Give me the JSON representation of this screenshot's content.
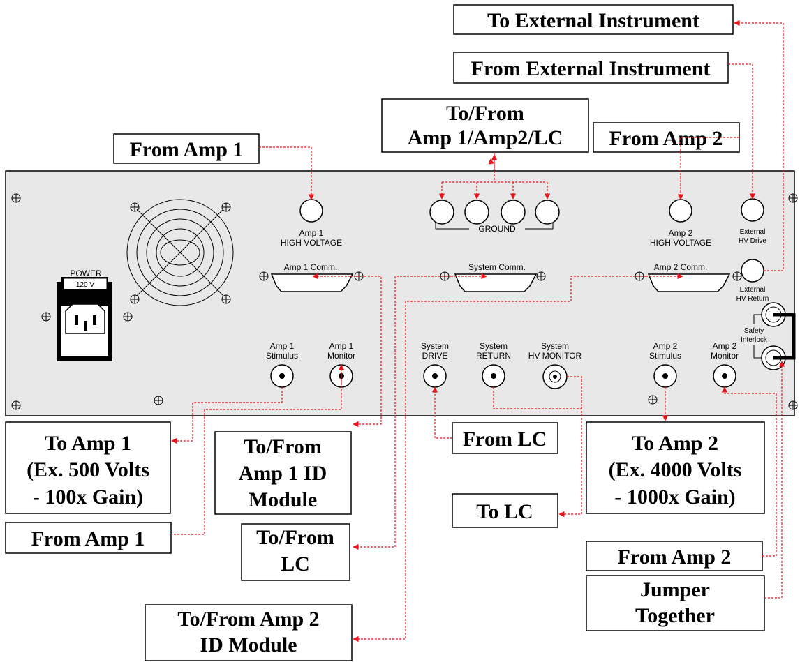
{
  "colors": {
    "wire": "#e8141b",
    "panel": "#e8e8e8",
    "outline": "#000000"
  },
  "panel": {
    "power_label": "POWER",
    "voltage_label": "120 V",
    "amp1_hv": [
      "Amp 1",
      "HIGH VOLTAGE"
    ],
    "amp2_hv": [
      "Amp 2",
      "HIGH VOLTAGE"
    ],
    "ground_label": "GROUND",
    "ext_hv_drive": [
      "External",
      "HV Drive"
    ],
    "ext_hv_return": [
      "External",
      "HV Return"
    ],
    "amp1_comm": "Amp 1 Comm.",
    "system_comm": "System Comm.",
    "amp2_comm": "Amp 2 Comm.",
    "safety_interlock": [
      "Safety",
      "Interlock"
    ],
    "amp1_stimulus": [
      "Amp 1",
      "Stimulus"
    ],
    "amp1_monitor": [
      "Amp 1",
      "Monitor"
    ],
    "system_drive": [
      "System",
      "DRIVE"
    ],
    "system_return": [
      "System",
      "RETURN"
    ],
    "system_hv_monitor": [
      "System",
      "HV MONITOR"
    ],
    "amp2_stimulus": [
      "Amp 2",
      "Stimulus"
    ],
    "amp2_monitor": [
      "Amp 2",
      "Monitor"
    ]
  },
  "callouts": {
    "to_external_instrument": [
      "To External Instrument"
    ],
    "from_external_instrument": [
      "From External Instrument"
    ],
    "to_from_amp_lc": [
      "To/From",
      "Amp 1/Amp2/LC"
    ],
    "from_amp1_top": [
      "From Amp 1"
    ],
    "from_amp2_top": [
      "From Amp 2"
    ],
    "to_amp1": [
      "To Amp 1",
      "(Ex. 500 Volts",
      "- 100x Gain)"
    ],
    "to_from_amp1_id": [
      "To/From",
      "Amp 1 ID",
      "Module"
    ],
    "from_lc": [
      "From LC"
    ],
    "to_amp2": [
      "To Amp 2",
      "(Ex. 4000 Volts",
      "- 1000x Gain)"
    ],
    "to_lc": [
      "To LC"
    ],
    "from_amp1_bottom": [
      "From Amp 1"
    ],
    "to_from_lc": [
      "To/From",
      "LC"
    ],
    "from_amp2_bottom": [
      "From Amp 2"
    ],
    "jumper_together": [
      "Jumper",
      "Together"
    ],
    "to_from_amp2_id": [
      "To/From Amp 2",
      "ID Module"
    ]
  }
}
